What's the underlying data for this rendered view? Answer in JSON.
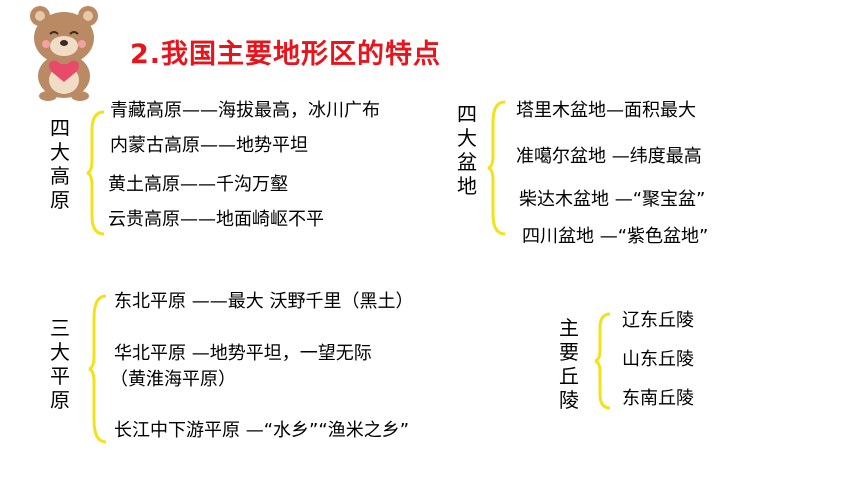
{
  "title": "2.我国主要地形区的特点",
  "plateaus": {
    "label": [
      "四",
      "大",
      "高",
      "原"
    ],
    "items": [
      "青藏高原——海拔最高，冰川广布",
      "内蒙古高原——地势平坦",
      "黄土高原——千沟万壑",
      "云贵高原——地面崎岖不平"
    ]
  },
  "basins": {
    "label": [
      "四",
      "大",
      "盆",
      "地"
    ],
    "items": [
      "塔里木盆地—面积最大",
      "准噶尔盆地 —纬度最高",
      "柴达木盆地 —“聚宝盆”",
      "四川盆地 —“紫色盆地”"
    ]
  },
  "plains": {
    "label": [
      "三",
      "大",
      "平",
      "原"
    ],
    "items": [
      "东北平原 ——最大 沃野千里（黑土）",
      "华北平原   —地势平坦，一望无际",
      "（黄淮海平原）",
      "长江中下游平原 —“水乡”“渔米之乡”"
    ]
  },
  "hills": {
    "label": [
      "主",
      "要",
      "丘",
      "陵"
    ],
    "items": [
      "辽东丘陵",
      "山东丘陵",
      "东南丘陵"
    ]
  },
  "colors": {
    "title": "#e8141c",
    "brace": "#f2e21a"
  },
  "icons": {
    "mascot": "bear-with-heart-icon"
  }
}
